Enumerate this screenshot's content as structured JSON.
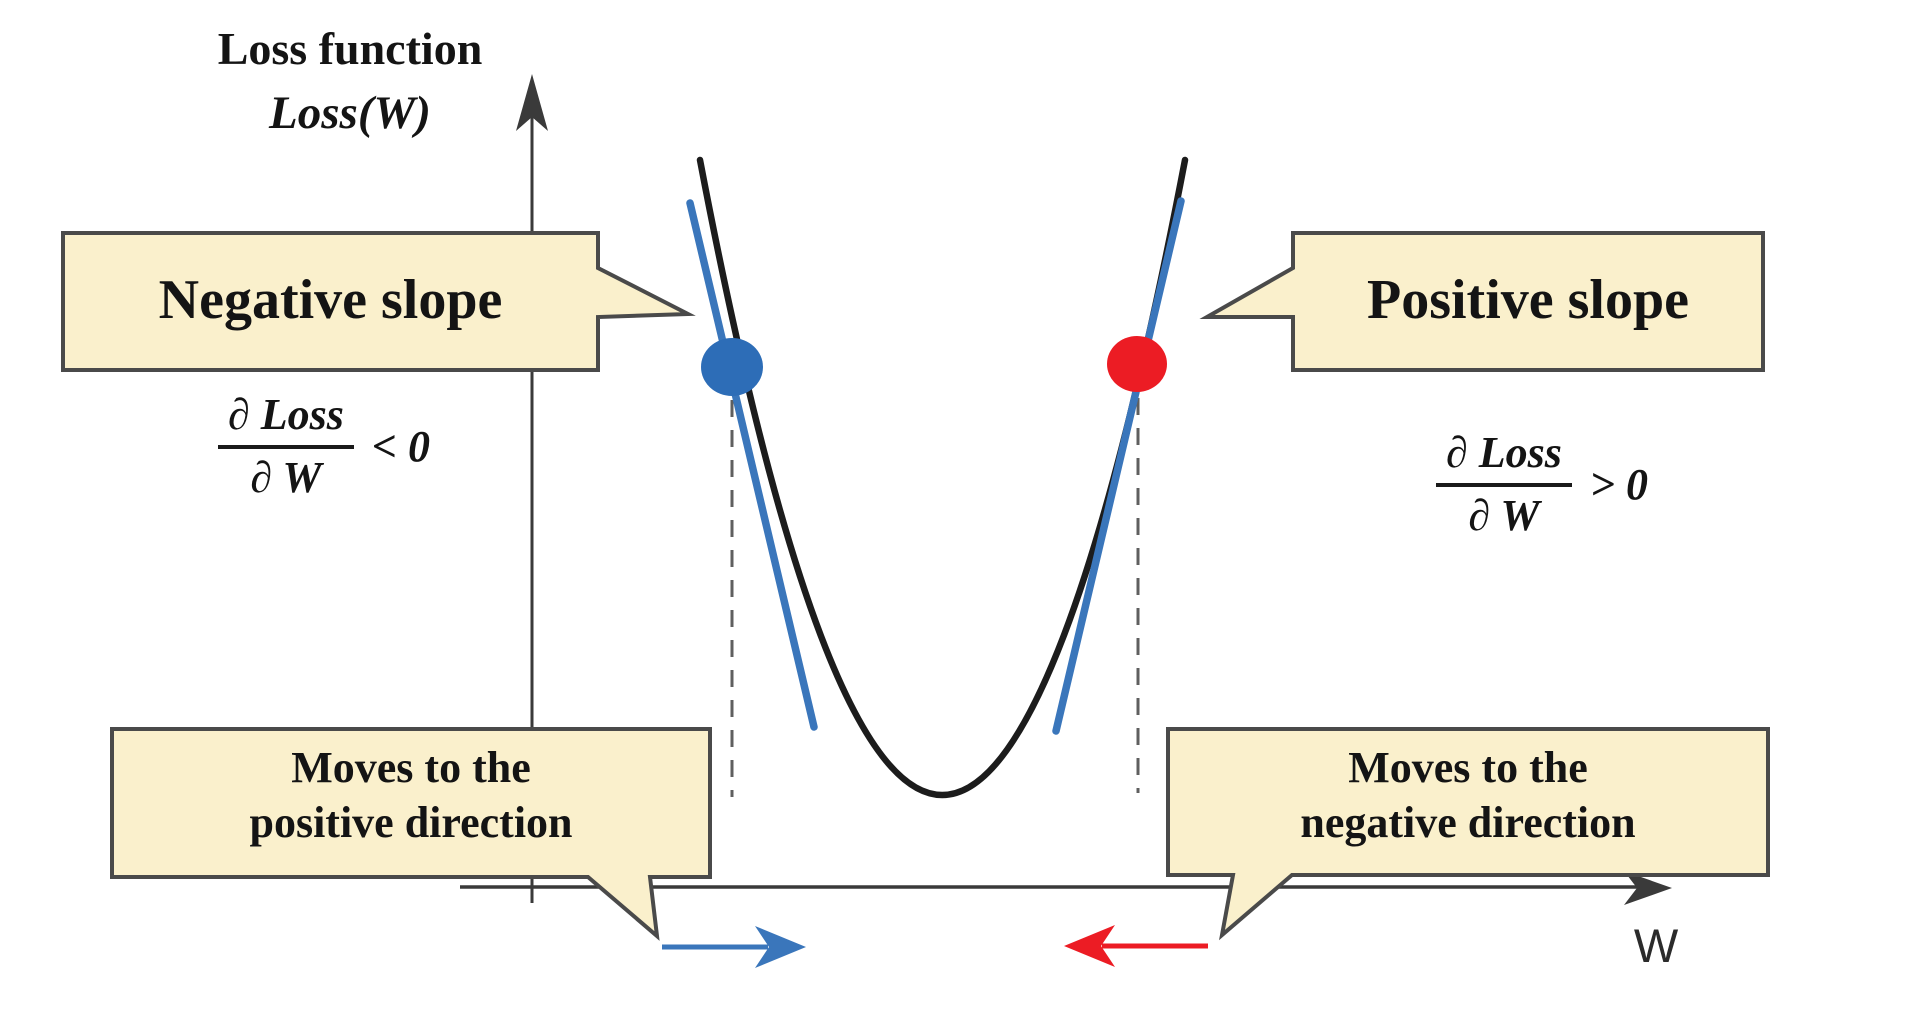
{
  "diagram": {
    "title_line1": "Loss function",
    "title_line2": "Loss(W)",
    "x_axis_label": "W",
    "callout_negative_slope": "Negative slope",
    "callout_positive_slope": "Positive slope",
    "moves_positive_line1": "Moves to the",
    "moves_positive_line2": "positive direction",
    "moves_negative_line1": "Moves to the",
    "moves_negative_line2": "negative direction",
    "formula_negative": {
      "numerator": "∂ Loss",
      "denominator": "∂ W",
      "relation": "< 0"
    },
    "formula_positive": {
      "numerator": "∂ Loss",
      "denominator": "∂ W",
      "relation": "> 0"
    },
    "colors": {
      "callout_fill": "#faf0cc",
      "callout_border": "#4a4a4a",
      "curve": "#1c1c1c",
      "axis": "#3a3a3a",
      "tangent_blue": "#3a76bb",
      "negative_point_blue": "#2d6db7",
      "positive_point_red": "#ec1c24",
      "move_right_arrow_blue": "#3a76bb",
      "move_left_arrow_red": "#ec1c24",
      "dashed_guide": "#5f5f5f"
    }
  }
}
